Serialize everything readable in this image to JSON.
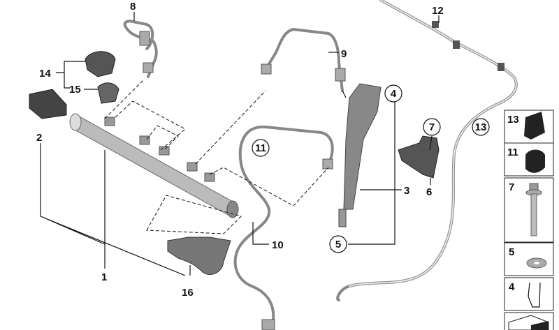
{
  "labels": {
    "p1": "1",
    "p2": "2",
    "p3": "3",
    "p4": "4",
    "p5": "5",
    "p6": "6",
    "p7": "7",
    "p8": "8",
    "p9": "9",
    "p10": "10",
    "p11": "11",
    "p12": "12",
    "p13": "13",
    "p14": "14",
    "p15": "15",
    "p16": "16"
  },
  "side_panel": [
    "13",
    "11",
    "7",
    "5",
    "4"
  ]
}
